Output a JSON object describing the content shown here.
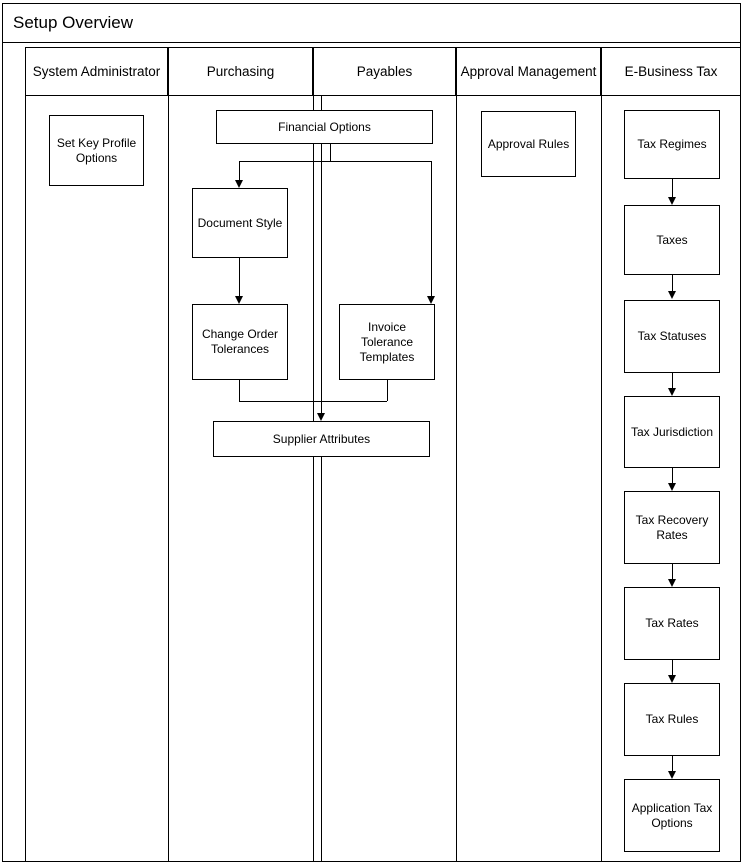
{
  "title": "Setup Overview",
  "lanes": [
    {
      "id": "system-administrator",
      "label": "System Administrator"
    },
    {
      "id": "purchasing",
      "label": "Purchasing"
    },
    {
      "id": "payables",
      "label": "Payables"
    },
    {
      "id": "approval-management",
      "label": "Approval Management"
    },
    {
      "id": "e-business-tax",
      "label": "E-Business Tax"
    }
  ],
  "boxes": {
    "set_key_profile_options": "Set Key Profile Options",
    "financial_options": "Financial Options",
    "document_style": "Document Style",
    "change_order_tolerances": "Change Order Tolerances",
    "invoice_tolerance_templates": "Invoice Tolerance Templates",
    "supplier_attributes": "Supplier Attributes",
    "approval_rules": "Approval Rules",
    "tax_regimes": "Tax Regimes",
    "taxes": "Taxes",
    "tax_statuses": "Tax Statuses",
    "tax_jurisdiction": "Tax Jurisdiction",
    "tax_recovery_rates": "Tax Recovery Rates",
    "tax_rates": "Tax Rates",
    "tax_rules": "Tax Rules",
    "application_tax_options": "Application Tax Options"
  },
  "colors": {
    "stroke": "#000000",
    "background": "#ffffff",
    "text": "#000000"
  }
}
